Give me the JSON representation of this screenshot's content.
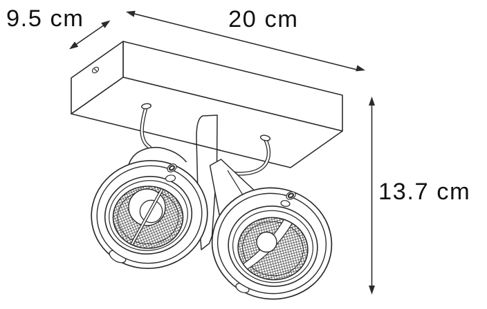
{
  "diagram": {
    "kind": "technical dimension drawing",
    "subject": "double ceiling spotlight fixture",
    "labels": {
      "depth": "9.5 cm",
      "width": "20 cm",
      "height": "13.7 cm"
    },
    "values_cm": {
      "depth": 9.5,
      "width": 20,
      "height": 13.7
    },
    "colors": {
      "background": "#ffffff",
      "line": "#2b2b2b",
      "text": "#111111"
    }
  }
}
